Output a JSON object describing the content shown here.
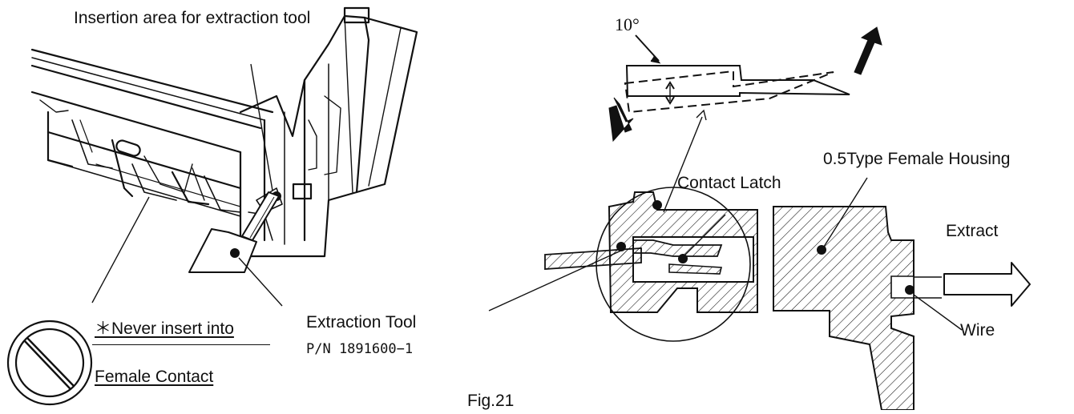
{
  "labels": {
    "insertion_area": "Insertion area for extraction tool",
    "never_insert": "＊Never insert into",
    "female_contact": "Female Contact",
    "extraction_tool": "Extraction Tool",
    "part_number": "P/N 1891600−1",
    "angle": "10°",
    "housing": "0.5Type Female Housing",
    "contact_latch": "Contact Latch",
    "extract": "Extract",
    "wire": "Wire",
    "figure": "Fig.21"
  },
  "colors": {
    "line": "#111111",
    "background": "#ffffff"
  },
  "icons": {
    "prohibition": "prohibition-icon",
    "arrow": "extract-arrow-icon"
  }
}
